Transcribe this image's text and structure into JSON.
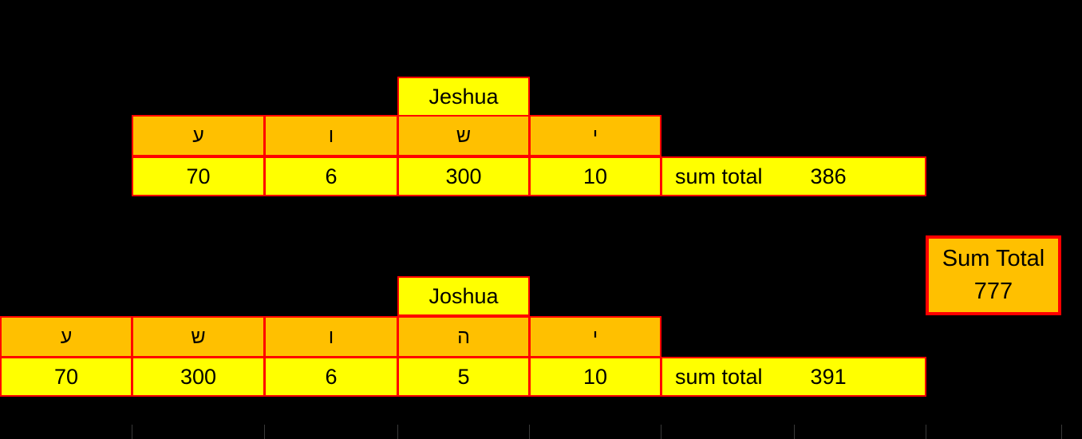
{
  "page": {
    "background_color": "#000000",
    "accent_border_color": "#FF0000",
    "header_fill_color": "#FFC000",
    "value_fill_color": "#FFFF00",
    "text_color": "#000000"
  },
  "tables": [
    {
      "name_label": "Jeshua",
      "letters": [
        "ע",
        "ו",
        "ש",
        "י"
      ],
      "values": [
        "70",
        "6",
        "300",
        "10"
      ],
      "sum_label": "sum total",
      "sum_value": "386"
    },
    {
      "name_label": "Joshua",
      "letters": [
        "ע",
        "ש",
        "ו",
        "ה",
        "י"
      ],
      "values": [
        "70",
        "300",
        "6",
        "5",
        "10"
      ],
      "sum_label": "sum total",
      "sum_value": "391"
    }
  ],
  "grand_total": {
    "label": "Sum Total",
    "value": "777"
  }
}
